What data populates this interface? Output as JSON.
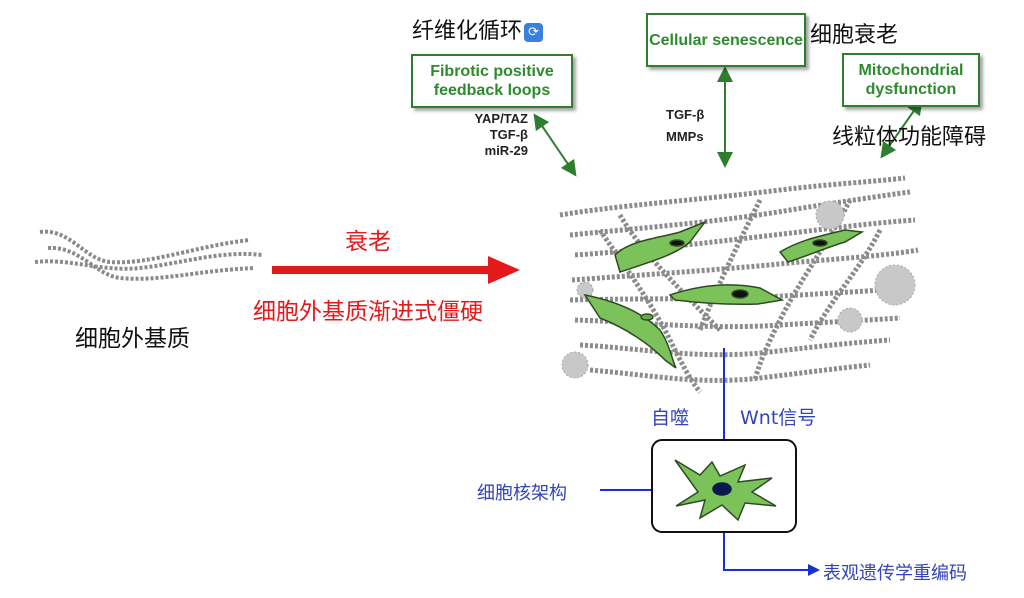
{
  "labels": {
    "fibrotic_loop_cn": "纤维化循环",
    "cellular_senescence_cn": "细胞衰老",
    "mito_dysfunction_cn": "线粒体功能障碍",
    "aging": "衰老",
    "ecm_stiffening": "细胞外基质渐进式僵硬",
    "ecm": "细胞外基质",
    "autophagy": "自噬",
    "wnt": "Wnt信号",
    "nuclear_architecture": "细胞核架构",
    "epigenetic": "表观遗传学重编码"
  },
  "boxes": {
    "fibrotic": "Fibrotic positive feedback loops",
    "senescence": "Cellular senescence",
    "mito": "Mitochondrial dysfunction"
  },
  "mediators": {
    "fibrotic": [
      "YAP/TAZ",
      "TGF-β",
      "miR-29"
    ],
    "senescence": [
      "TGF-β",
      "MMPs"
    ]
  },
  "icons": {
    "loop": "repeat-icon"
  },
  "colors": {
    "green": "#2f8a2f",
    "red": "#e3191c",
    "blue": "#3344bb",
    "cell_green": "#7cc25a"
  }
}
